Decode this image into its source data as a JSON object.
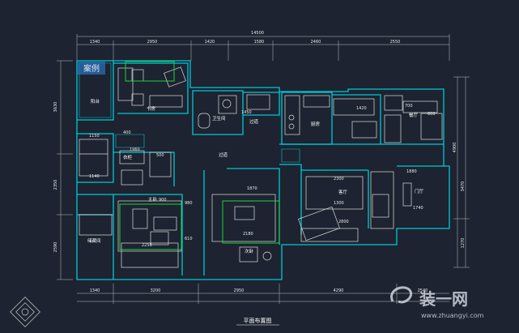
{
  "drawing": {
    "title": "平面布置图",
    "top_total": "14500",
    "top_dims": [
      "1340",
      "2950",
      "1420",
      "1580",
      "2460",
      "2550"
    ],
    "bottom_dims": [
      "1340",
      "3200",
      "2950",
      "4290",
      "2540"
    ],
    "left_dims": [
      "3630",
      "2350",
      "2590"
    ],
    "right_dims": [
      "4900",
      "3470",
      "1270"
    ]
  },
  "rooms": {
    "balcony": "阳台",
    "study": "书房",
    "bath": "卫生间",
    "hall_small": "过道",
    "corridor": "过道",
    "kitchen": "厨房",
    "dining": "餐厅",
    "storage": "衣柜",
    "master": "主卧",
    "second": "次卧",
    "living": "客厅",
    "entry": "门厅",
    "balcony2": "储藏间"
  },
  "inner_dims": {
    "d1450": "1450",
    "d1960": "1960",
    "d1150": "1150",
    "d1880": "1880",
    "d500": "500",
    "d1140": "1140",
    "d2300": "2300",
    "d1870": "1870",
    "d2250": "2250",
    "d2180": "2180",
    "d2800": "2800",
    "d1740": "1740",
    "d980": "980",
    "d400": "400",
    "d700": "700",
    "d610": "610",
    "d1300": "1300",
    "d600": "600",
    "d1420": "1420",
    "d900": "900"
  },
  "watermark": {
    "brand": "装一网",
    "url": "www.zhuangyi.com",
    "stamp": "案例"
  },
  "colors": {
    "background": "#1d2330",
    "walls": "#00c8d6",
    "furniture": "#dcdcdc",
    "carpet": "#19d43a",
    "dimension": "#e8e8e8"
  }
}
